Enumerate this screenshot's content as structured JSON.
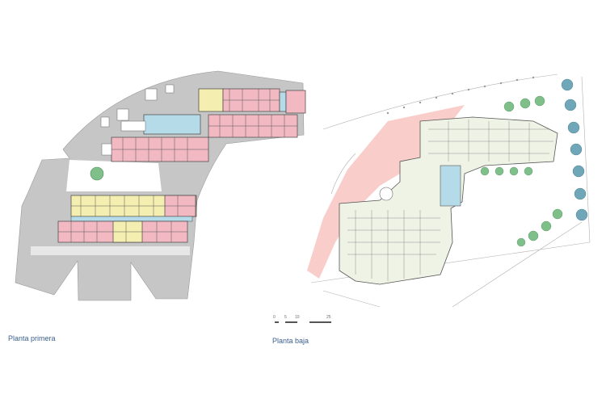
{
  "captions": {
    "first_floor": "Planta primera",
    "ground_floor": "Planta baja"
  },
  "scale_bar": {
    "labels": [
      "0",
      "5",
      "10",
      "25"
    ]
  },
  "colors": {
    "site_grey": "#c6c6c6",
    "room_pink": "#f2b9c3",
    "room_yellow": "#f4efb0",
    "room_blue": "#b6dbe8",
    "wall": "#444444",
    "accent_red": "#f6b8b2",
    "tree_green": "#7fbf8a",
    "tree_blue": "#6fa6b8",
    "caption_blue": "#3a5f8f"
  }
}
